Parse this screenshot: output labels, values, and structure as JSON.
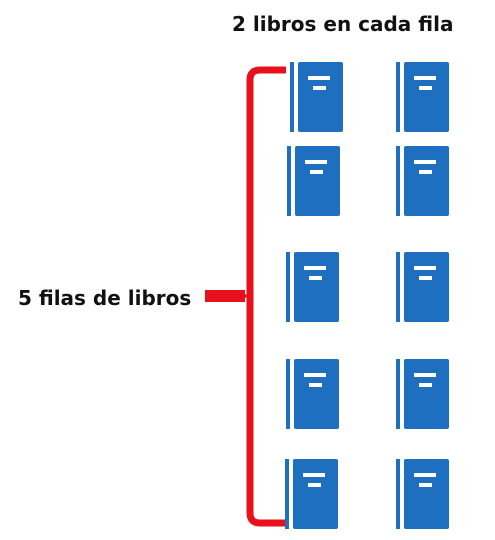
{
  "labels": {
    "per_row": "2 libros en cada fila",
    "rows": "5 filas de libros"
  },
  "grid": {
    "rows": 5,
    "books_per_row": 2
  },
  "colors": {
    "book": "#1f6fc0",
    "book_detail": "#ffffff",
    "bracket": "#e8101a",
    "text": "#111111"
  },
  "icons": {
    "book": "book-icon"
  }
}
